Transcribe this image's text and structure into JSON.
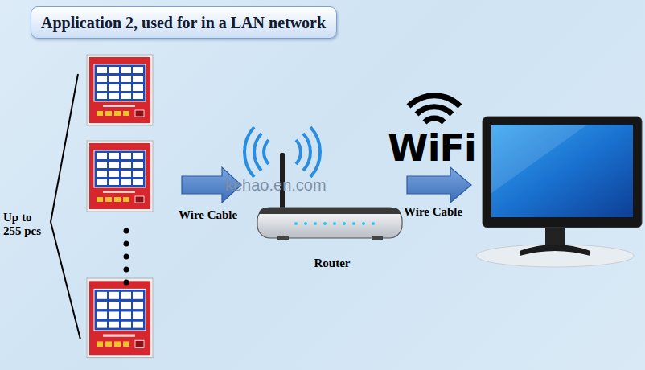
{
  "diagram": {
    "title": "Application 2, used for in a LAN network",
    "nodes": [
      {
        "text": [
          "Router"
        ]
      }
    ],
    "labels": [
      "Up to 255 pcs",
      "Wire Cable",
      "Wire Cable",
      "WiFi",
      "kehao.en.com"
    ]
  }
}
